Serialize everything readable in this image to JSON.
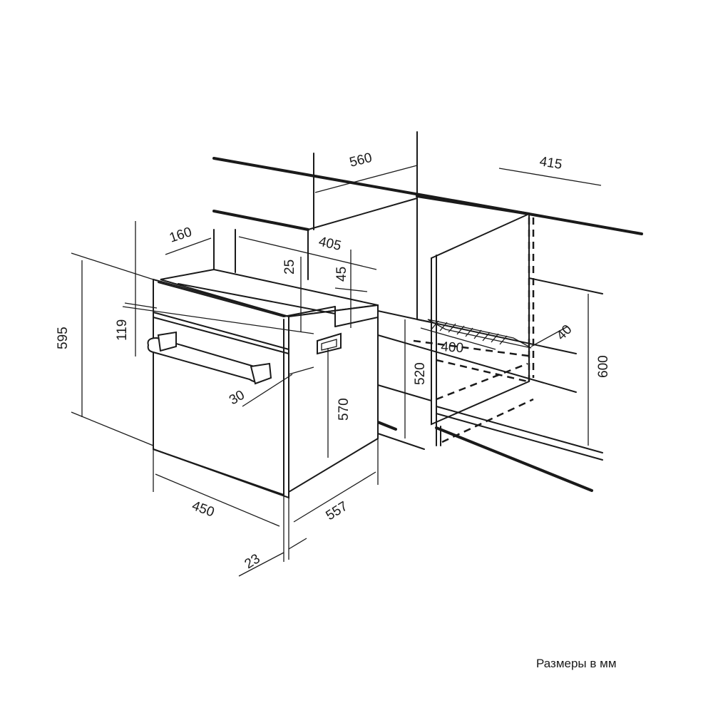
{
  "diagram": {
    "dimensions": {
      "cab_width_top": "560",
      "cab_depth_top": "415",
      "vent_width": "405",
      "vent_depth": "160",
      "top_gap_25": "25",
      "top_gap_45": "45",
      "oven_height": "595",
      "panel_height": "119",
      "handle_offset": "30",
      "body_height": "570",
      "oven_width": "450",
      "oven_depth": "557",
      "front_thickness": "23",
      "niche_height": "520",
      "niche_depth": "400",
      "back_gap": "40",
      "cab_height": "600"
    },
    "caption": "Размеры в мм"
  }
}
